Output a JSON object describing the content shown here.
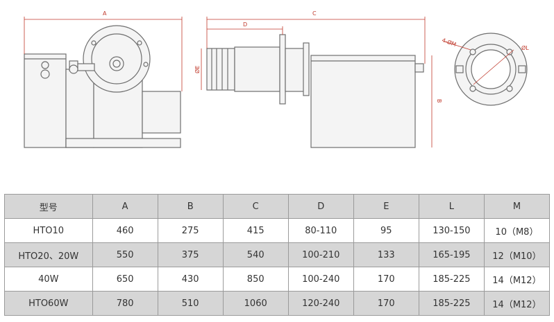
{
  "drawing": {
    "labels": {
      "A": "A",
      "B": "B",
      "C": "C",
      "D": "D",
      "E": "ØE",
      "L": "ØL",
      "M": "4-ØM"
    },
    "colors": {
      "outline": "#6e6e6e",
      "dimension": "#c0392b",
      "fill": "#f4f4f4"
    }
  },
  "table": {
    "headers": [
      "型号",
      "A",
      "B",
      "C",
      "D",
      "E",
      "L",
      "M"
    ],
    "rows": [
      [
        "HTO10",
        "460",
        "275",
        "415",
        "80-110",
        "95",
        "130-150",
        "10（M8）"
      ],
      [
        "HTO20、20W",
        "550",
        "375",
        "540",
        "100-210",
        "133",
        "165-195",
        "12（M10）"
      ],
      [
        "40W",
        "650",
        "430",
        "850",
        "100-240",
        "170",
        "185-225",
        "14（M12）"
      ],
      [
        "HTO60W",
        "780",
        "510",
        "1060",
        "120-240",
        "170",
        "185-225",
        "14（M12）"
      ]
    ]
  }
}
